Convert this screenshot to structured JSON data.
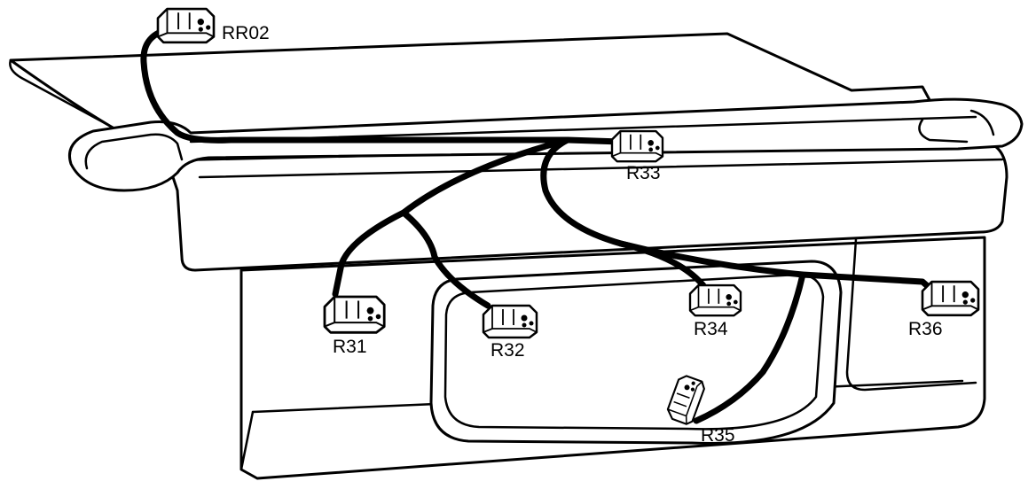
{
  "connectors": {
    "rr02": "RR02",
    "r31": "R31",
    "r32": "R32",
    "r33": "R33",
    "r34": "R34",
    "r35": "R35",
    "r36": "R36"
  }
}
